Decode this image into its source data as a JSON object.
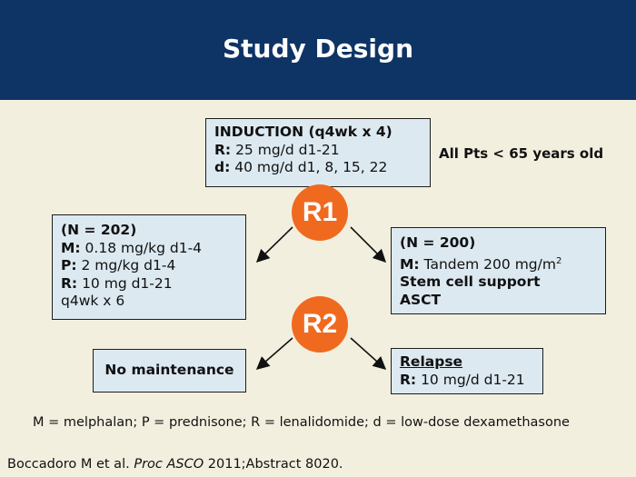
{
  "title": "Study Design",
  "induction": {
    "heading": "INDUCTION (q4wk x 4)",
    "r_label": "R:",
    "r_text": " 25 mg/d d1-21",
    "d_label": "d:",
    "d_text": " 40 mg/d d1, 8, 15, 22"
  },
  "age_note": "All Pts < 65 years old",
  "r1": "R1",
  "r2": "R2",
  "left_arm": {
    "n": "(N = 202)",
    "m_label": "M:",
    "m_text": " 0.18 mg/kg d1-4",
    "p_label": "P:",
    "p_text": " 2 mg/kg d1-4",
    "r_label": "R:",
    "r_text": " 10 mg d1-21",
    "cycle": "q4wk x 6"
  },
  "right_arm": {
    "n": "(N = 200)",
    "m_label": "M:",
    "m_text": " Tandem 200 mg/m",
    "m_sup": "2",
    "support": "Stem cell support",
    "asct": "ASCT"
  },
  "no_maintenance": "No maintenance",
  "relapse": {
    "heading": "Relapse",
    "r_label": "R:",
    "r_text": " 10 mg/d d1-21"
  },
  "legend": "M = melphalan; P = prednisone; R = lenalidomide; d = low-dose dexamethasone",
  "citation": {
    "authors": "Boccadoro M et al. ",
    "journal": "Proc ASCO",
    "rest": " 2011;Abstract 8020."
  },
  "colors": {
    "header": "#0e3466",
    "background": "#f3efdf",
    "box_fill": "#dce9f1",
    "randomization_circle": "#ef6a1f"
  }
}
